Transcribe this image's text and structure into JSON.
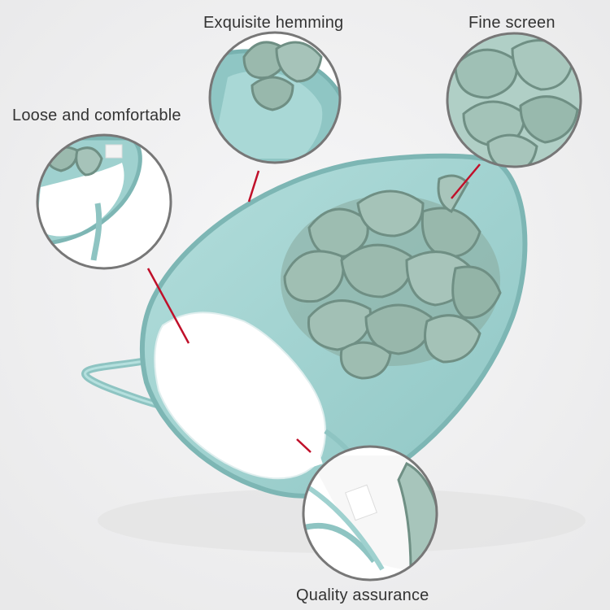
{
  "callouts": {
    "hemming": "Exquisite hemming",
    "screen": "Fine screen",
    "loose": "Loose and comfortable",
    "quality": "Quality assurance"
  },
  "colors": {
    "background": "#f1f1f2",
    "mitt_teal": "#9fd1cf",
    "mitt_teal_dark": "#7fb8b6",
    "mesh_green": "#96b5a9",
    "mesh_shadow": "#6f8f84",
    "white_panel": "#ffffff",
    "pointer_red": "#c0102a"
  }
}
